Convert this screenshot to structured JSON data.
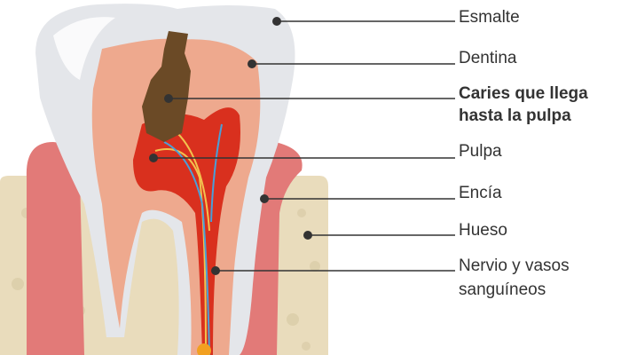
{
  "labels": {
    "esmalte": "Esmalte",
    "dentina": "Dentina",
    "caries_line1": "Caries que llega",
    "caries_line2": "hasta la pulpa",
    "pulpa": "Pulpa",
    "encia": "Encía",
    "hueso": "Hueso",
    "nervio_line1": "Nervio y vasos",
    "nervio_line2": "sanguíneos"
  },
  "colors": {
    "bone": "#e9dcbc",
    "gum": "#e27a78",
    "enamel": "#e4e6ea",
    "dentin": "#eea98e",
    "pulp": "#d9301e",
    "caries": "#6b4a26",
    "leader": "#333333"
  }
}
